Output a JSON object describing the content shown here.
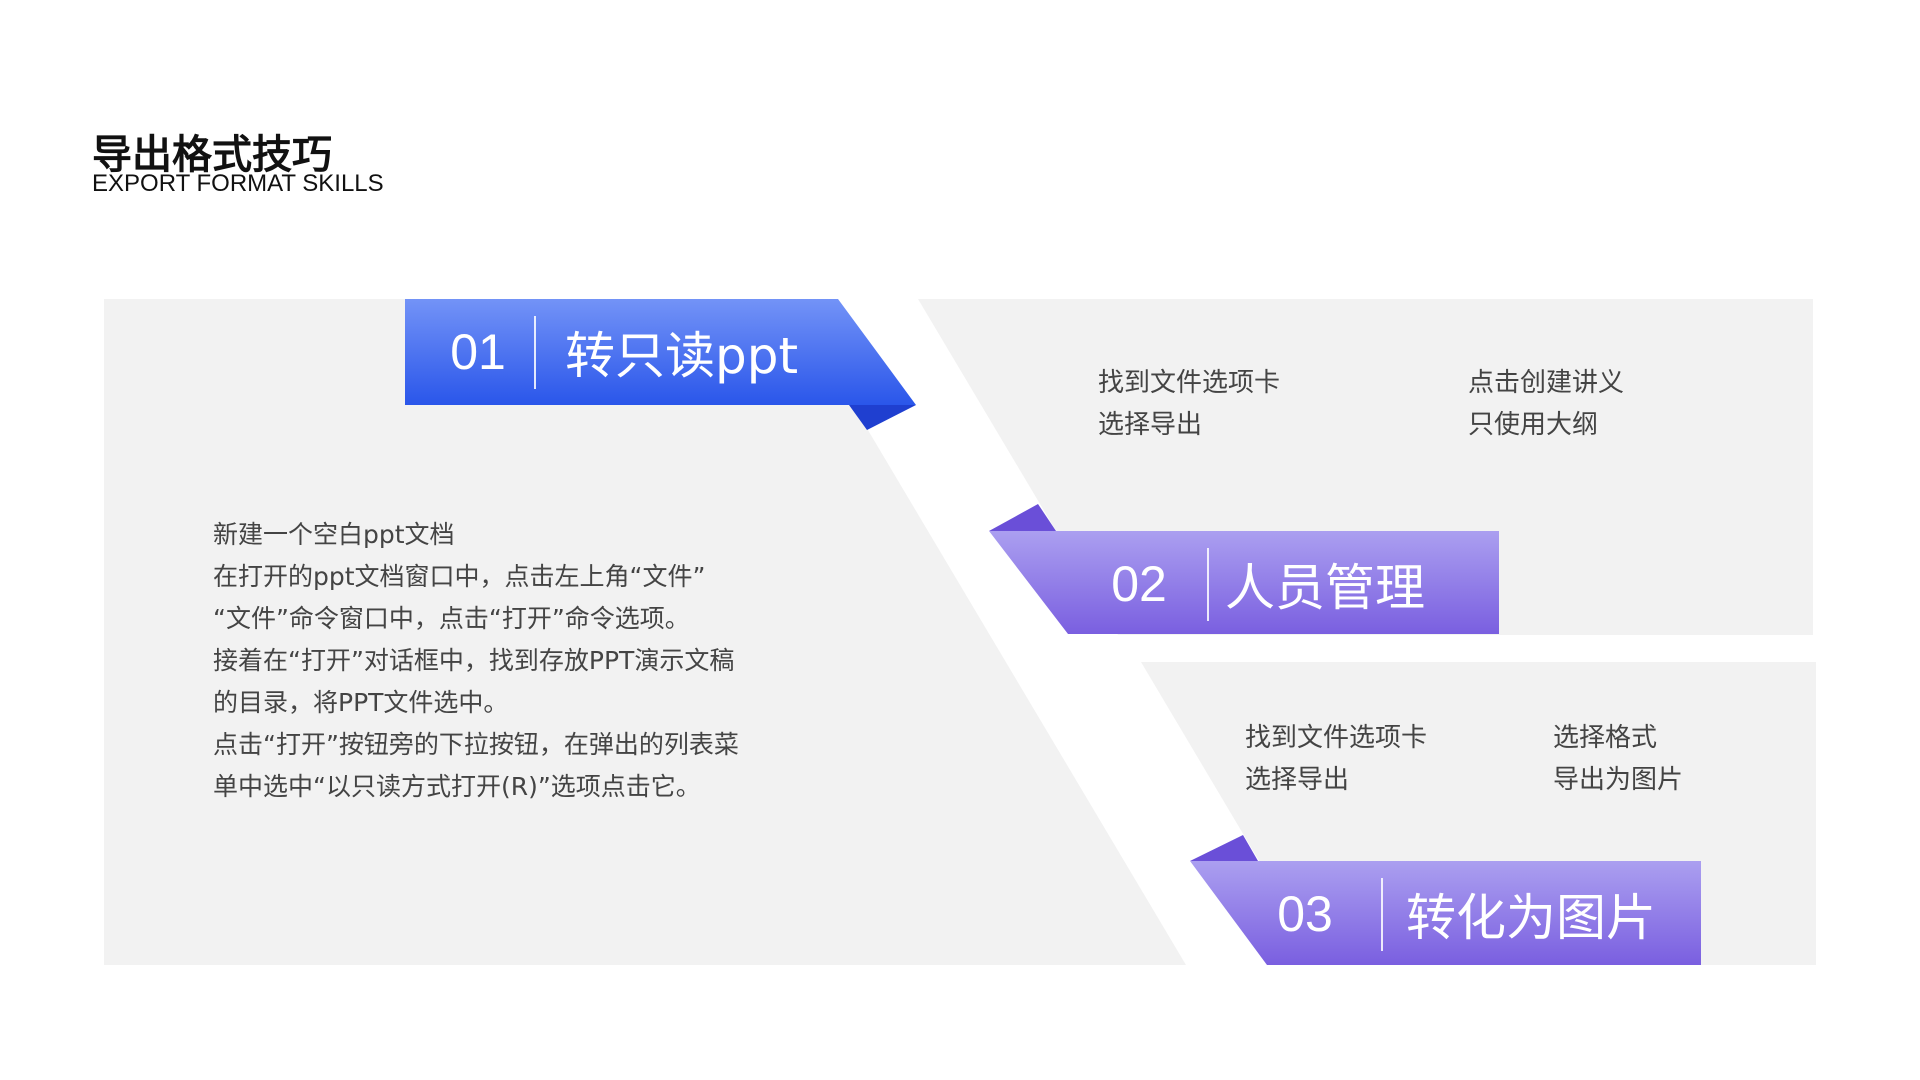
{
  "header": {
    "title": "导出格式技巧",
    "subtitle": "EXPORT FORMAT SKILLS"
  },
  "colors": {
    "panel": "#f2f2f2",
    "blue_top": "#7393f7",
    "blue_bottom": "#2a56ea",
    "purple_top": "#ab9ff0",
    "purple_bottom": "#7a5fe0"
  },
  "sections": [
    {
      "number": "01",
      "label": "转只读ppt",
      "body": [
        "新建一个空白ppt文档",
        "在打开的ppt文档窗口中，点击左上角“文件”",
        "“文件”命令窗口中，点击“打开”命令选项。",
        "接着在“打开”对话框中，找到存放PPT演示文稿",
        "的目录，将PPT文件选中。",
        "点击“打开”按钮旁的下拉按钮，在弹出的列表菜",
        "单中选中“以只读方式打开(R)”选项点击它。"
      ]
    },
    {
      "number": "02",
      "label": "人员管理",
      "col1": [
        "找到文件选项卡",
        "选择导出"
      ],
      "col2": [
        "点击创建讲义",
        "只使用大纲"
      ]
    },
    {
      "number": "03",
      "label": "转化为图片",
      "col1": [
        "找到文件选项卡",
        "选择导出"
      ],
      "col2": [
        "选择格式",
        "导出为图片"
      ]
    }
  ]
}
